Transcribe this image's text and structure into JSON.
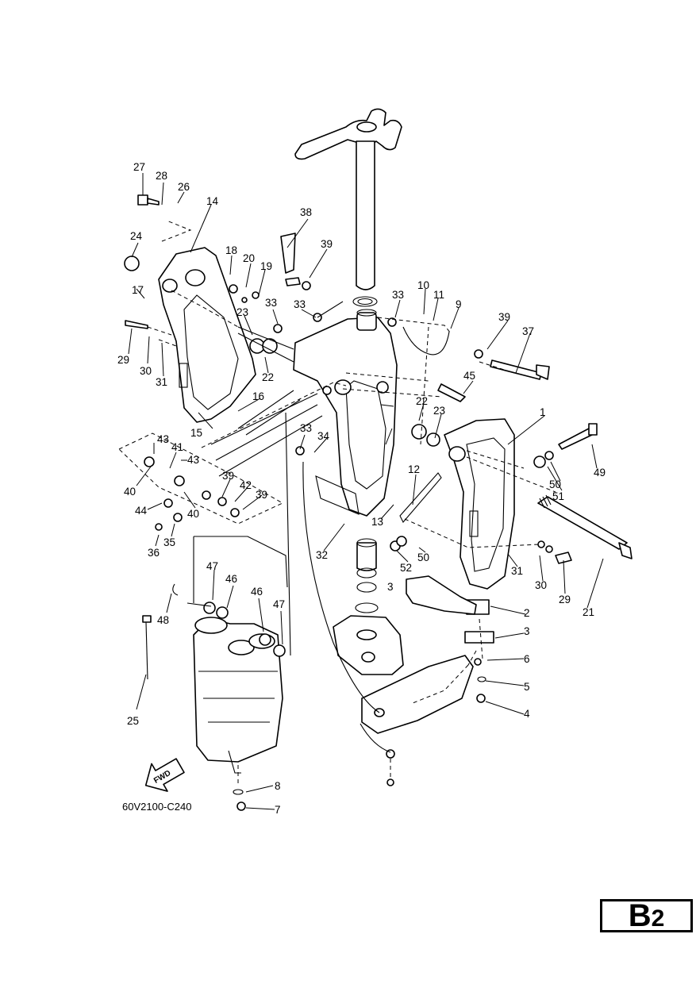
{
  "diagram": {
    "drawing_code": "60V2100-C240",
    "direction_label": "FWD",
    "page_label": {
      "letter": "B",
      "number": "2"
    },
    "callouts": [
      "1",
      "2",
      "3",
      "3",
      "4",
      "5",
      "6",
      "7",
      "8",
      "9",
      "10",
      "11",
      "12",
      "13",
      "14",
      "15",
      "16",
      "17",
      "18",
      "19",
      "20",
      "21",
      "22",
      "22",
      "23",
      "23",
      "24",
      "25",
      "26",
      "27",
      "28",
      "29",
      "29",
      "30",
      "30",
      "31",
      "31",
      "32",
      "33",
      "33",
      "33",
      "33",
      "34",
      "35",
      "36",
      "37",
      "38",
      "39",
      "39",
      "39",
      "39",
      "40",
      "40",
      "41",
      "42",
      "43",
      "43",
      "44",
      "45",
      "46",
      "46",
      "47",
      "47",
      "48",
      "49",
      "50",
      "50",
      "51",
      "52"
    ]
  }
}
